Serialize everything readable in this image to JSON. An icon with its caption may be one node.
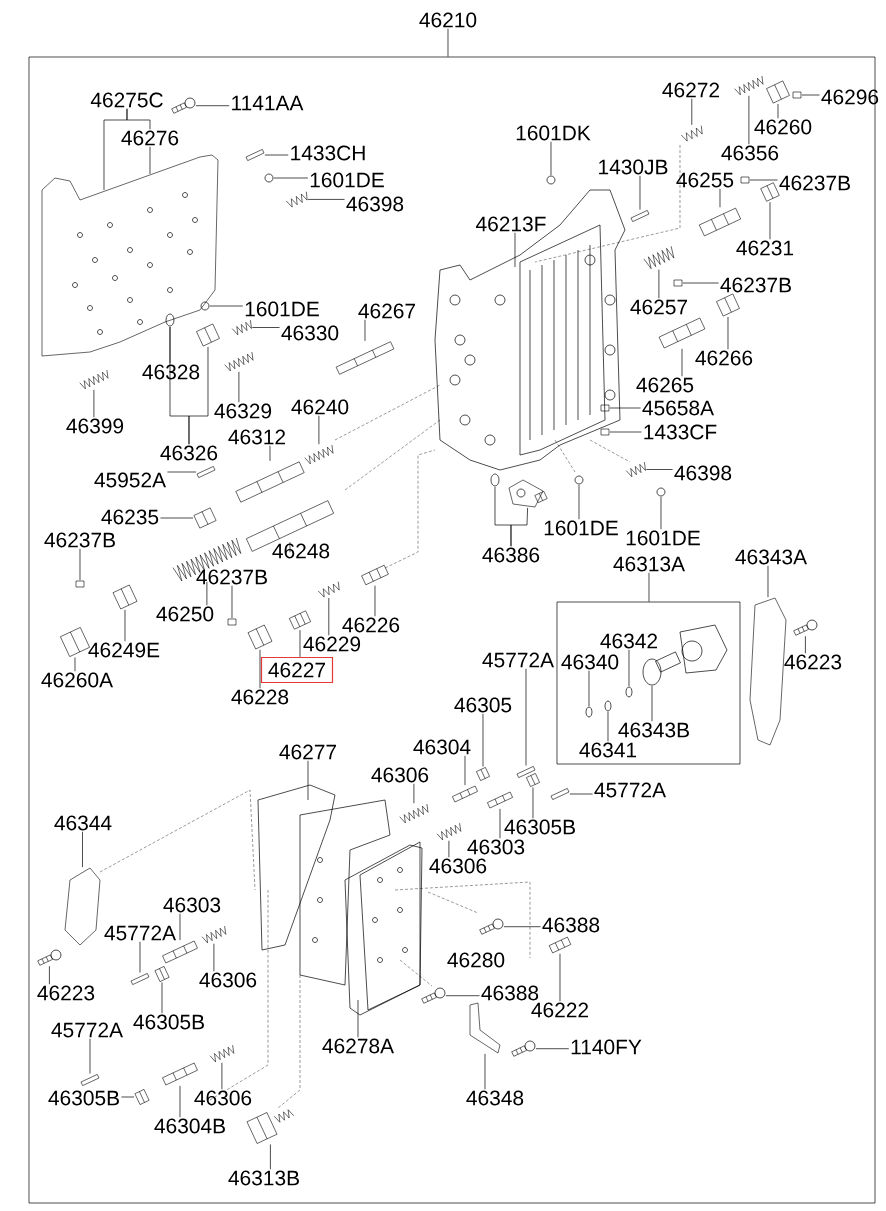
{
  "diagram": {
    "nodes": [
      {
        "text": [],
        "shape": "box"
      },
      {
        "text": [
          "46210"
        ]
      },
      {
        "text": [
          "46275C"
        ],
        "in": 0
      },
      {
        "text": [
          "1141AA"
        ],
        "in": 0
      },
      {
        "text": [
          "46276"
        ],
        "in": 0
      },
      {
        "text": [
          "1433CH"
        ],
        "in": 0
      },
      {
        "text": [
          "1601DE"
        ],
        "in": 0
      },
      {
        "text": [
          "46398"
        ],
        "in": 0
      },
      {
        "text": [
          "1601DK"
        ],
        "in": 0
      },
      {
        "text": [
          "46272"
        ],
        "in": 0
      },
      {
        "text": [
          "46296"
        ],
        "in": 0
      },
      {
        "text": [
          "46260"
        ],
        "in": 0
      },
      {
        "text": [
          "46356"
        ],
        "in": 0
      },
      {
        "text": [
          "1430JB"
        ],
        "in": 0
      },
      {
        "text": [
          "46255"
        ],
        "in": 0
      },
      {
        "text": [
          "46237B"
        ],
        "in": 0
      },
      {
        "text": [
          "46231"
        ],
        "in": 0
      },
      {
        "text": [
          "46213F"
        ],
        "in": 0
      },
      {
        "text": [
          "46257"
        ],
        "in": 0
      },
      {
        "text": [
          "46237B"
        ],
        "in": 0
      },
      {
        "text": [
          "46266"
        ],
        "in": 0
      },
      {
        "text": [
          "46265"
        ],
        "in": 0
      },
      {
        "text": [
          "1601DE"
        ],
        "in": 0
      },
      {
        "text": [
          "46330"
        ],
        "in": 0
      },
      {
        "text": [
          "46267"
        ],
        "in": 0
      },
      {
        "text": [
          "46328"
        ],
        "in": 0
      },
      {
        "text": [
          "46329"
        ],
        "in": 0
      },
      {
        "text": [
          "46399"
        ],
        "in": 0
      },
      {
        "text": [
          "46326"
        ],
        "in": 0
      },
      {
        "text": [
          "46240"
        ],
        "in": 0
      },
      {
        "text": [
          "46312"
        ],
        "in": 0
      },
      {
        "text": [
          "45952A"
        ],
        "in": 0
      },
      {
        "text": [
          "46235"
        ],
        "in": 0
      },
      {
        "text": [
          "46237B"
        ],
        "in": 0
      },
      {
        "text": [
          "46248"
        ],
        "in": 0
      },
      {
        "text": [
          "46237B"
        ],
        "in": 0
      },
      {
        "text": [
          "46250"
        ],
        "in": 0
      },
      {
        "text": [
          "46249E"
        ],
        "in": 0
      },
      {
        "text": [
          "46260A"
        ],
        "in": 0
      },
      {
        "text": [
          "46227"
        ],
        "in": 0
      },
      {
        "text": [
          "46228"
        ],
        "in": 0
      },
      {
        "text": [
          "46229"
        ],
        "in": 0
      },
      {
        "text": [
          "46226"
        ],
        "in": 0
      },
      {
        "text": [
          "45658A"
        ],
        "in": 0
      },
      {
        "text": [
          "1433CF"
        ],
        "in": 0
      },
      {
        "text": [
          "46398"
        ],
        "in": 0
      },
      {
        "text": [
          "1601DE"
        ],
        "in": 0
      },
      {
        "text": [
          "1601DE"
        ],
        "in": 0
      },
      {
        "text": [
          "46386"
        ],
        "in": 0
      },
      {
        "text": [
          "46313A"
        ],
        "in": 0
      },
      {
        "text": [],
        "shape": "box",
        "in": 0
      },
      {
        "text": [
          "46343A"
        ],
        "in": 0
      },
      {
        "text": [
          "46223"
        ],
        "in": 0
      },
      {
        "text": [
          "46342"
        ],
        "in": 50
      },
      {
        "text": [
          "46340"
        ],
        "in": 50
      },
      {
        "text": [
          "46343B"
        ],
        "in": 50
      },
      {
        "text": [
          "46341"
        ],
        "in": 50
      },
      {
        "text": [
          "45772A"
        ],
        "in": 0
      },
      {
        "text": [
          "46305"
        ],
        "in": 0
      },
      {
        "text": [
          "46304"
        ],
        "in": 0
      },
      {
        "text": [
          "45772A"
        ],
        "in": 0
      },
      {
        "text": [
          "46277"
        ],
        "in": 0
      },
      {
        "text": [
          "46306"
        ],
        "in": 0
      },
      {
        "text": [
          "46305B"
        ],
        "in": 0
      },
      {
        "text": [
          "46303"
        ],
        "in": 0
      },
      {
        "text": [
          "46306"
        ],
        "in": 0
      },
      {
        "text": [
          "46344"
        ],
        "in": 0
      },
      {
        "text": [
          "46388"
        ],
        "in": 0
      },
      {
        "text": [
          "46303"
        ],
        "in": 0
      },
      {
        "text": [
          "45772A"
        ],
        "in": 0
      },
      {
        "text": [
          "46306"
        ],
        "in": 0
      },
      {
        "text": [
          "46223"
        ],
        "in": 0
      },
      {
        "text": [
          "46305B"
        ],
        "in": 0
      },
      {
        "text": [
          "46280"
        ],
        "in": 0
      },
      {
        "text": [
          "46388"
        ],
        "in": 0
      },
      {
        "text": [
          "46222"
        ],
        "in": 0
      },
      {
        "text": [
          "46278A"
        ],
        "in": 0
      },
      {
        "text": [
          "45772A"
        ],
        "in": 0
      },
      {
        "text": [
          "1140FY"
        ],
        "in": 0
      },
      {
        "text": [
          "46305B"
        ],
        "in": 0
      },
      {
        "text": [
          "46306"
        ],
        "in": 0
      },
      {
        "text": [
          "46348"
        ],
        "in": 0
      },
      {
        "text": [
          "46304B"
        ],
        "in": 0
      },
      {
        "text": [
          "46313B"
        ],
        "in": 0
      },
      {
        "text": [],
        "shape": "picture",
        "in": 0
      },
      {
        "text": [],
        "shape": "box",
        "in": 0
      },
      {
        "text": [],
        "shape": "circle",
        "in": 0
      },
      {
        "text": [],
        "shape": "picture",
        "in": 0
      },
      {
        "text": [],
        "shape": "circle",
        "in": 0
      },
      {
        "text": [],
        "shape": "picture",
        "in": 0
      },
      {
        "text": [],
        "shape": "box",
        "in": 0
      },
      {
        "text": [],
        "shape": "picture",
        "in": 0
      },
      {
        "text": [],
        "shape": "picture",
        "in": 0
      },
      {
        "text": [],
        "shape": "box",
        "in": 0
      },
      {
        "text": [],
        "shape": "picture",
        "in": 0
      },
      {
        "text": [],
        "shape": "box",
        "in": 0
      },
      {
        "text": [],
        "shape": "picture",
        "in": 0
      },
      {
        "text": [],
        "shape": "picture",
        "in": 0
      },
      {
        "text": [],
        "shape": "box",
        "in": 0
      },
      {
        "text": [],
        "shape": "picture",
        "in": 0
      },
      {
        "text": [],
        "shape": "picture",
        "in": 0
      },
      {
        "text": [],
        "shape": "circle",
        "in": 0
      },
      {
        "text": [],
        "shape": "picture",
        "in": 0
      },
      {
        "text": [],
        "shape": "picture",
        "in": 0
      },
      {
        "text": [],
        "shape": "circle",
        "in": 159
      },
      {
        "text": [],
        "shape": "picture",
        "in": 0
      },
      {
        "text": [],
        "shape": "picture",
        "in": 0
      },
      {
        "text": [],
        "shape": "picture",
        "in": 0
      },
      {
        "text": [],
        "shape": "picture",
        "in": 0
      },
      {
        "text": [],
        "shape": "picture",
        "in": 0
      },
      {
        "text": [],
        "shape": "box",
        "in": 0
      },
      {
        "text": [],
        "shape": "picture",
        "in": 0
      },
      {
        "text": [],
        "shape": "box",
        "in": 0
      },
      {
        "text": [],
        "shape": "picture",
        "in": 0
      },
      {
        "text": [],
        "shape": "box",
        "in": 0
      },
      {
        "text": [],
        "shape": "picture",
        "in": 0
      },
      {
        "text": [],
        "shape": "picture",
        "in": 0
      },
      {
        "text": [],
        "shape": "picture",
        "in": 0
      },
      {
        "text": [],
        "shape": "picture",
        "in": 0
      },
      {
        "text": [],
        "shape": "picture",
        "in": 0
      },
      {
        "text": [],
        "shape": "picture",
        "in": 0
      },
      {
        "text": [],
        "shape": "picture",
        "in": 0
      },
      {
        "text": [],
        "shape": "box",
        "in": 0
      },
      {
        "text": [],
        "shape": "box",
        "in": 0
      },
      {
        "text": [],
        "shape": "picture",
        "in": 0
      },
      {
        "text": [],
        "shape": "circle",
        "in": 0
      },
      {
        "text": [],
        "shape": "circle",
        "in": 0
      },
      {
        "text": [],
        "shape": "circle",
        "in": 0
      },
      {
        "text": [],
        "shape": "picture",
        "in": 0
      },
      {
        "text": [],
        "shape": "picture",
        "in": 0
      },
      {
        "text": [],
        "shape": "picture",
        "in": 0
      },
      {
        "text": [],
        "shape": "circle",
        "in": 50
      },
      {
        "text": [],
        "shape": "circle",
        "in": 50
      },
      {
        "text": [],
        "shape": "circle",
        "in": 50
      },
      {
        "text": [],
        "shape": "circle",
        "in": 50
      },
      {
        "text": [],
        "shape": "box",
        "in": 0
      },
      {
        "text": [],
        "shape": "picture",
        "in": 0
      },
      {
        "text": [],
        "shape": "picture",
        "in": 0
      },
      {
        "text": [],
        "shape": "box",
        "in": 0
      },
      {
        "text": [],
        "shape": "picture",
        "in": 0
      },
      {
        "text": [],
        "shape": "picture",
        "in": 0
      },
      {
        "text": [],
        "shape": "picture",
        "in": 0
      },
      {
        "text": [],
        "shape": "picture",
        "in": 0
      },
      {
        "text": [],
        "shape": "picture",
        "in": 0
      },
      {
        "text": [],
        "shape": "picture",
        "in": 0
      },
      {
        "text": [],
        "shape": "picture",
        "in": 0
      },
      {
        "text": [],
        "shape": "box",
        "in": 0
      },
      {
        "text": [],
        "shape": "picture",
        "in": 0
      },
      {
        "text": [],
        "shape": "picture",
        "in": 0
      },
      {
        "text": [],
        "shape": "picture",
        "in": 0
      },
      {
        "text": [],
        "shape": "picture",
        "in": 0
      },
      {
        "text": [],
        "shape": "picture",
        "in": 0
      },
      {
        "text": [],
        "shape": "box",
        "in": 0
      },
      {
        "text": [],
        "shape": "picture",
        "in": 0
      },
      {
        "text": [],
        "shape": "picture",
        "in": 0
      },
      {
        "text": [],
        "shape": "picture",
        "in": 0
      },
      {
        "text": [],
        "shape": "picture",
        "in": 0
      },
      {
        "text": [],
        "shape": "picture",
        "in": 0
      },
      {
        "text": [],
        "shape": "picture",
        "in": 0
      },
      {
        "text": [],
        "shape": "picture",
        "in": 0
      }
    ],
    "edges": [
      {
        "from": 1,
        "to": 0,
        "arrow": "none"
      },
      {
        "from": 2,
        "to": 159,
        "arrow": "none"
      },
      {
        "from": 2,
        "to": 4,
        "arrow": "none"
      },
      {
        "from": 3,
        "to": 84,
        "arrow": "none"
      },
      {
        "from": 4,
        "to": 159,
        "arrow": "none"
      },
      {
        "from": 5,
        "to": 85,
        "arrow": "none"
      },
      {
        "from": 6,
        "to": 86,
        "arrow": "none"
      },
      {
        "from": 7,
        "to": 87,
        "arrow": "none"
      },
      {
        "from": 8,
        "to": 88,
        "arrow": "none"
      },
      {
        "from": 9,
        "to": 89,
        "arrow": "none"
      },
      {
        "from": 10,
        "to": 90,
        "arrow": "none"
      },
      {
        "from": 11,
        "to": 91,
        "arrow": "none"
      },
      {
        "from": 12,
        "to": 92,
        "arrow": "none"
      },
      {
        "from": 13,
        "to": 93,
        "arrow": "none"
      },
      {
        "from": 14,
        "to": 94,
        "arrow": "none"
      },
      {
        "from": 15,
        "to": 95,
        "arrow": "none"
      },
      {
        "from": 16,
        "to": 96,
        "arrow": "none"
      },
      {
        "from": 17,
        "to": null,
        "arrow": "none"
      },
      {
        "from": 18,
        "to": 97,
        "arrow": "none"
      },
      {
        "from": 19,
        "to": 98,
        "arrow": "none"
      },
      {
        "from": 20,
        "to": 99,
        "arrow": "none"
      },
      {
        "from": 21,
        "to": 100,
        "arrow": "none"
      },
      {
        "from": 22,
        "to": 101,
        "arrow": "none"
      },
      {
        "from": 23,
        "to": 102,
        "arrow": "none"
      },
      {
        "from": 24,
        "to": 103,
        "arrow": "none"
      },
      {
        "from": 25,
        "to": 104,
        "arrow": "none"
      },
      {
        "from": 26,
        "to": 105,
        "arrow": "none"
      },
      {
        "from": 27,
        "to": 106,
        "arrow": "none"
      },
      {
        "from": 28,
        "to": 104,
        "arrow": "none"
      },
      {
        "from": 28,
        "to": 107,
        "arrow": "none"
      },
      {
        "from": 29,
        "to": 108,
        "arrow": "none"
      },
      {
        "from": 30,
        "to": 109,
        "arrow": "none"
      },
      {
        "from": 31,
        "to": 110,
        "arrow": "none"
      },
      {
        "from": 32,
        "to": 111,
        "arrow": "none"
      },
      {
        "from": 33,
        "to": 112,
        "arrow": "none"
      },
      {
        "from": 34,
        "to": 113,
        "arrow": "none"
      },
      {
        "from": 35,
        "to": 114,
        "arrow": "none"
      },
      {
        "from": 36,
        "to": 115,
        "arrow": "none"
      },
      {
        "from": 37,
        "to": 116,
        "arrow": "none"
      },
      {
        "from": 38,
        "to": 117,
        "arrow": "none"
      },
      {
        "from": 39,
        "to": 118,
        "arrow": "none"
      },
      {
        "from": 40,
        "to": 119,
        "arrow": "none"
      },
      {
        "from": 41,
        "to": 120,
        "arrow": "none"
      },
      {
        "from": 42,
        "to": 121,
        "arrow": "none"
      },
      {
        "from": 43,
        "to": 122,
        "arrow": "none"
      },
      {
        "from": 44,
        "to": 123,
        "arrow": "none"
      },
      {
        "from": 45,
        "to": 124,
        "arrow": "none"
      },
      {
        "from": 46,
        "to": 125,
        "arrow": "none"
      },
      {
        "from": 47,
        "to": 126,
        "arrow": "none"
      },
      {
        "from": 48,
        "to": 127,
        "arrow": "none"
      },
      {
        "from": 48,
        "to": 128,
        "arrow": "none"
      },
      {
        "from": 49,
        "to": 50,
        "arrow": "none"
      },
      {
        "from": 51,
        "to": 129,
        "arrow": "none"
      },
      {
        "from": 52,
        "to": 130,
        "arrow": "none"
      },
      {
        "from": 53,
        "to": 131,
        "arrow": "none"
      },
      {
        "from": 54,
        "to": 132,
        "arrow": "none"
      },
      {
        "from": 55,
        "to": 133,
        "arrow": "none"
      },
      {
        "from": 56,
        "to": 134,
        "arrow": "none"
      },
      {
        "from": 57,
        "to": 135,
        "arrow": "none"
      },
      {
        "from": 58,
        "to": 136,
        "arrow": "none"
      },
      {
        "from": 59,
        "to": 137,
        "arrow": "none"
      },
      {
        "from": 60,
        "to": 138,
        "arrow": "none"
      },
      {
        "from": 61,
        "to": null,
        "arrow": "none"
      },
      {
        "from": 62,
        "to": 139,
        "arrow": "none"
      },
      {
        "from": 63,
        "to": 140,
        "arrow": "none"
      },
      {
        "from": 64,
        "to": 141,
        "arrow": "none"
      },
      {
        "from": 65,
        "to": 142,
        "arrow": "none"
      },
      {
        "from": 66,
        "to": 143,
        "arrow": "none"
      },
      {
        "from": 67,
        "to": 144,
        "arrow": "none"
      },
      {
        "from": 68,
        "to": 145,
        "arrow": "none"
      },
      {
        "from": 69,
        "to": 146,
        "arrow": "none"
      },
      {
        "from": 70,
        "to": 147,
        "arrow": "none"
      },
      {
        "from": 71,
        "to": 148,
        "arrow": "none"
      },
      {
        "from": 72,
        "to": 149,
        "arrow": "none"
      },
      {
        "from": 74,
        "to": 150,
        "arrow": "none"
      },
      {
        "from": 75,
        "to": 151,
        "arrow": "none"
      },
      {
        "from": 76,
        "to": null,
        "arrow": "none"
      },
      {
        "from": 77,
        "to": 152,
        "arrow": "none"
      },
      {
        "from": 78,
        "to": 153,
        "arrow": "none"
      },
      {
        "from": 79,
        "to": 154,
        "arrow": "none"
      },
      {
        "from": 80,
        "to": 155,
        "arrow": "none"
      },
      {
        "from": 81,
        "to": 156,
        "arrow": "none"
      },
      {
        "from": 82,
        "to": 157,
        "arrow": "none"
      },
      {
        "from": 83,
        "to": 158,
        "arrow": "none"
      }
    ]
  }
}
